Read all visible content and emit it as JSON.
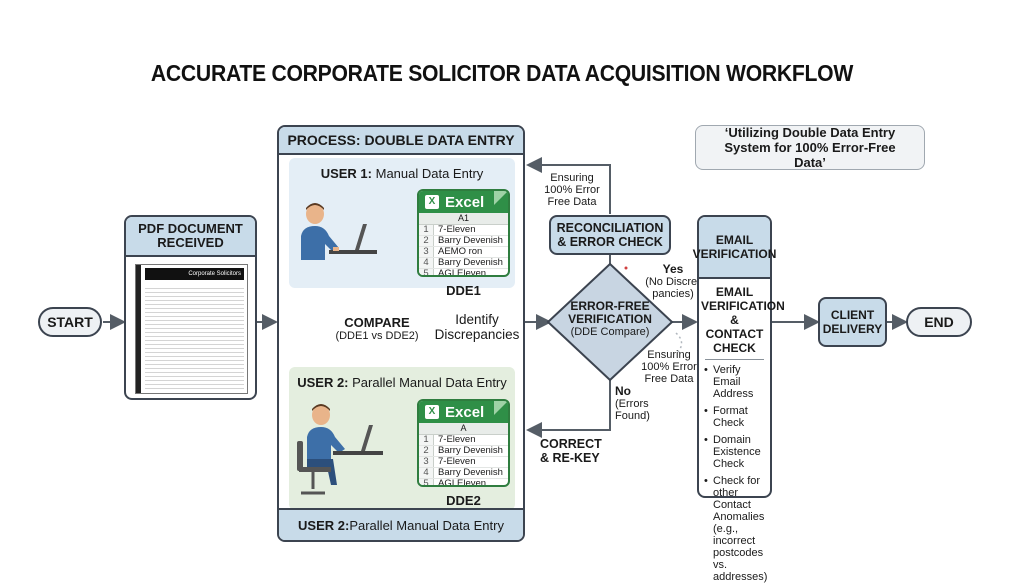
{
  "title": "ACCURATE CORPORATE SOLICITOR DATA ACQUISITION WORKFLOW",
  "note": "‘Utilizing Double Data Entry System for 100% Error-Free Data’",
  "start": "START",
  "end": "END",
  "pdf": {
    "header": "PDF DOCUMENT RECEIVED",
    "doc_banner": "Corporate Solicitors"
  },
  "process": {
    "header": "PROCESS: DOUBLE DATA ENTRY",
    "footer_bold": "USER 2:",
    "footer_text": " Parallel Manual Data Entry",
    "user1": {
      "label_bold": "USER 1:",
      "label_text": " Manual Data Entry",
      "sheet_title": "Excel",
      "col_header": "A1",
      "rows": [
        "7-Eleven",
        "Barry Devenish",
        "AEMO ron",
        "Barry Devenish",
        "AGI Eleven"
      ],
      "caption": "DDE1"
    },
    "user2": {
      "label_bold": "USER 2:",
      "label_text": " Parallel Manual Data Entry",
      "sheet_title": "Excel",
      "col_header": "A",
      "rows": [
        "7-Eleven",
        "Barry Devenish",
        "7-Eleven",
        "Barry Devenish",
        "AGI Eleven"
      ],
      "caption": "DDE2"
    },
    "compare": {
      "label": "COMPARE",
      "sub": "(DDE1 vs DDE2)",
      "result": "Identify Discrepancies"
    }
  },
  "reconciliation": {
    "label": "RECONCILIATION & ERROR CHECK",
    "feedback_note": "Ensuring 100% Error Free Data"
  },
  "decision": {
    "label": "ERROR-FREE VERIFICATION",
    "sub": "(DDE Compare)",
    "yes_label": "Yes",
    "yes_sub": "(No Discre-pancies)",
    "no_label": "No",
    "no_sub": "(Errors Found)",
    "yes_note": "Ensuring 100% Error Free Data"
  },
  "correct": "CORRECT & RE-KEY",
  "email": {
    "header": "EMAIL VERIFICATION",
    "title": "EMAIL VERIFICATION & CONTACT CHECK",
    "bullets": [
      "Verify Email Address",
      "Format Check",
      "Domain Existence Check",
      "Check for other Contact Anomalies (e.g., incorrect postcodes vs. addresses)"
    ]
  },
  "client": "CLIENT DELIVERY",
  "colors": {
    "box_blue": "#c8dbe9",
    "user1_bg": "#e4eef6",
    "user2_bg": "#e4eedf",
    "excel_green": "#2f8f47",
    "stroke": "#3c4450"
  }
}
